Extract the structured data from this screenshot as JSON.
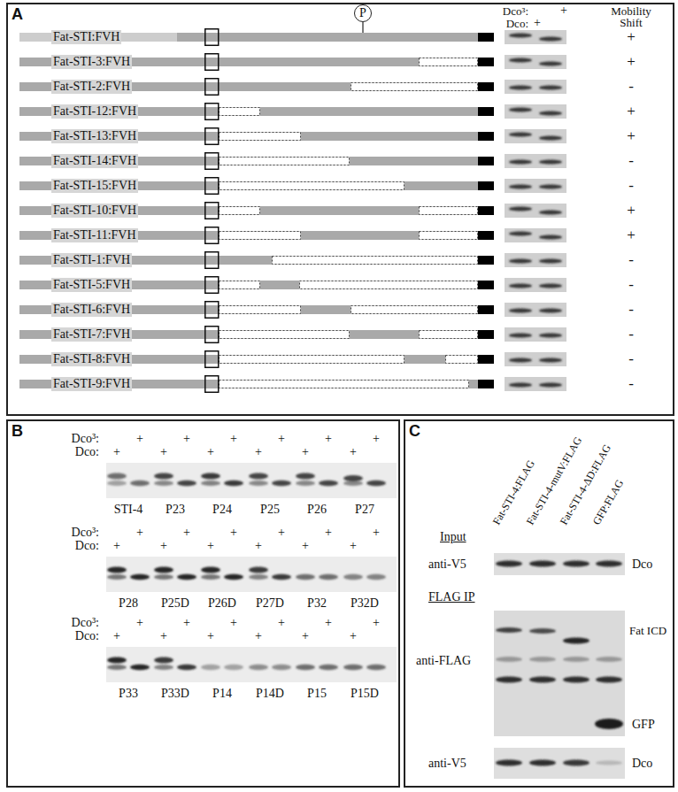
{
  "diagram": {
    "nodes": [
      {
        "text": [
          "A"
        ]
      },
      {
        "text": [
          "P"
        ],
        "in": 0
      },
      {
        "text": [
          "Fat-STI:FVH"
        ],
        "in": 0
      },
      {
        "text": [
          "Fat-STI-3:FVH"
        ],
        "in": 0
      },
      {
        "text": [
          "Fat-STI-2:FVH"
        ],
        "in": 0
      },
      {
        "text": [
          "Fat-STI-12:FVH"
        ],
        "in": 0
      },
      {
        "text": [
          "Fat-STI-13:FVH"
        ],
        "in": 0
      },
      {
        "text": [
          "Fat-STI-14:FVH"
        ],
        "in": 0
      },
      {
        "text": [
          "Fat-STI-15:FVH"
        ],
        "in": 0
      },
      {
        "text": [
          "Fat-STI-10:FVH"
        ],
        "in": 0
      },
      {
        "text": [
          "Fat-STI-11:FVH"
        ],
        "in": 0
      },
      {
        "text": [
          "Fat-STI-1:FVH"
        ],
        "in": 0
      },
      {
        "text": [
          "Fat-STI-5:FVH"
        ],
        "in": 0
      },
      {
        "text": [
          "Fat-STI-6:FVH"
        ],
        "in": 0
      },
      {
        "text": [
          "Fat-STI-7:FVH"
        ],
        "in": 0
      },
      {
        "text": [
          "Fat-STI-8:FVH"
        ],
        "in": 0
      },
      {
        "text": [
          "Fat-STI-9:FVH"
        ],
        "in": 0
      },
      {
        "text": [
          "B"
        ]
      },
      {
        "text": [
          "C"
        ]
      }
    ],
    "labels": [
      "Dco³:",
      "+",
      "Dco:",
      "+",
      "Mobility Shift",
      "+",
      "+",
      "-",
      "+",
      "+",
      "-",
      "-",
      "+",
      "+",
      "-",
      "-",
      "-",
      "-",
      "-",
      "-",
      "Dco³:",
      "+",
      "+",
      "+",
      "+",
      "+",
      "+",
      "Dco:",
      "+",
      "+",
      "+",
      "+",
      "+",
      "+",
      "STI-4",
      "P23",
      "P24",
      "P25",
      "P26",
      "P27",
      "Dco³:",
      "+",
      "+",
      "+",
      "+",
      "+",
      "+",
      "Dco:",
      "+",
      "+",
      "+",
      "+",
      "+",
      "+",
      "P28",
      "P25D",
      "P26D",
      "P27D",
      "P32",
      "P32D",
      "Dco³:",
      "+",
      "+",
      "+",
      "+",
      "+",
      "+",
      "Dco:",
      "+",
      "+",
      "+",
      "+",
      "+",
      "+",
      "P33",
      "P33D",
      "P14",
      "P14D",
      "P15",
      "P15D",
      "Fat-STI-4:FLAG",
      "Fat-STI-4-mutV:FLAG",
      "Fat-STI-4-ΔD:FLAG",
      "GFP:FLAG",
      "Input",
      "anti-V5",
      "Dco",
      "FLAG IP",
      "anti-FLAG",
      "Fat ICD",
      "GFP",
      "anti-V5",
      "Dco"
    ]
  }
}
